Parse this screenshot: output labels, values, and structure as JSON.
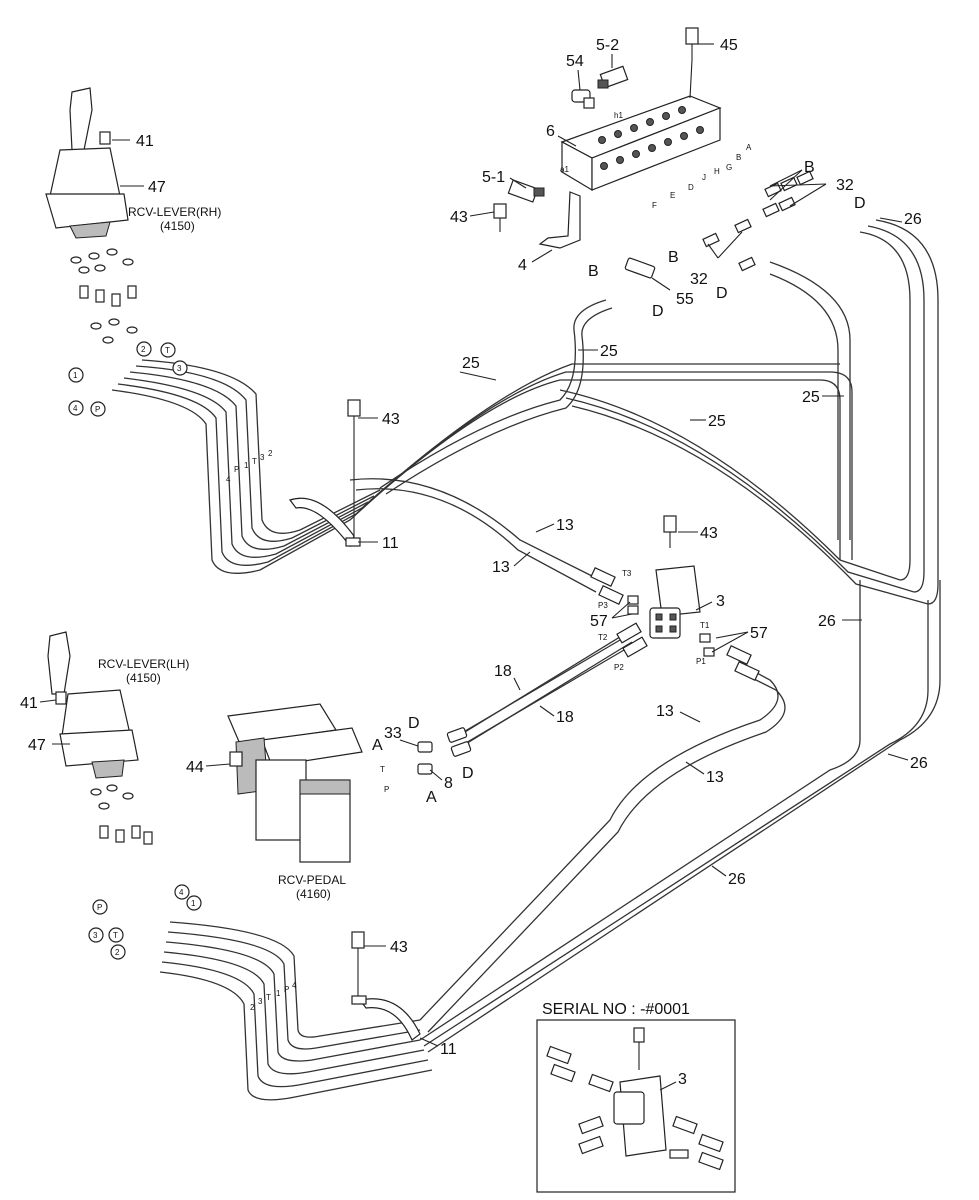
{
  "labels": {
    "n45": "45",
    "n52": "5-2",
    "n54": "54",
    "n6": "6",
    "n51": "5-1",
    "n43a": "43",
    "n4": "4",
    "n32a": "32",
    "n32b": "32",
    "n26a": "26",
    "n55": "55",
    "n41a": "41",
    "n47a": "47",
    "rcv_rh": "RCV-LEVER(RH)",
    "rcv_rh_code": "(4150)",
    "n25a": "25",
    "n25b": "25",
    "n25c": "25",
    "n25d": "25",
    "n43b": "43",
    "n11a": "11",
    "n13a": "13",
    "n13b": "13",
    "n43c": "43",
    "n3a": "3",
    "n57a": "57",
    "n57b": "57",
    "n26b": "26",
    "rcv_lh": "RCV-LEVER(LH)",
    "rcv_lh_code": "(4150)",
    "n41b": "41",
    "n47b": "47",
    "n44": "44",
    "n33": "33",
    "n8": "8",
    "n18a": "18",
    "n18b": "18",
    "n13c": "13",
    "n13d": "13",
    "n26c": "26",
    "n26d": "26",
    "rcv_pedal": "RCV-PEDAL",
    "rcv_pedal_code": "(4160)",
    "n43d": "43",
    "n11b": "11",
    "serial": "SERIAL NO : -#0001",
    "n3b": "3"
  },
  "ports": {
    "B1": "B",
    "B2": "B",
    "B3": "B",
    "D1": "D",
    "D2": "D",
    "D3": "D",
    "A1": "A",
    "A2": "A",
    "D4": "D",
    "D5": "D",
    "T3": "T3",
    "P3": "P3",
    "T2": "T2",
    "P2": "P2",
    "T1": "T1",
    "P1": "P1",
    "h1": "h1",
    "a1": "a1",
    "rh_c1": "1",
    "rh_c2": "2",
    "rh_cT": "T",
    "rh_c3": "3",
    "rh_c4": "4",
    "rh_cP": "P",
    "lh_cP": "P",
    "lh_c3": "3",
    "lh_cT": "T",
    "lh_c2": "2",
    "lh_c4": "4",
    "lh_c1": "1",
    "rh_h4": "4",
    "rh_hP": "P",
    "rh_h1": "1",
    "rh_hT": "T",
    "rh_h3": "3",
    "rh_h2": "2",
    "lh_h2": "2",
    "lh_h3": "3",
    "lh_hT": "T",
    "lh_h1": "1",
    "lh_hP": "P",
    "lh_h4": "4",
    "mA": "A",
    "mB": "B",
    "mG": "G",
    "mH": "H",
    "mJ": "J",
    "mD": "D",
    "mE": "E",
    "mF": "F",
    "pT": "T",
    "pP": "P"
  }
}
